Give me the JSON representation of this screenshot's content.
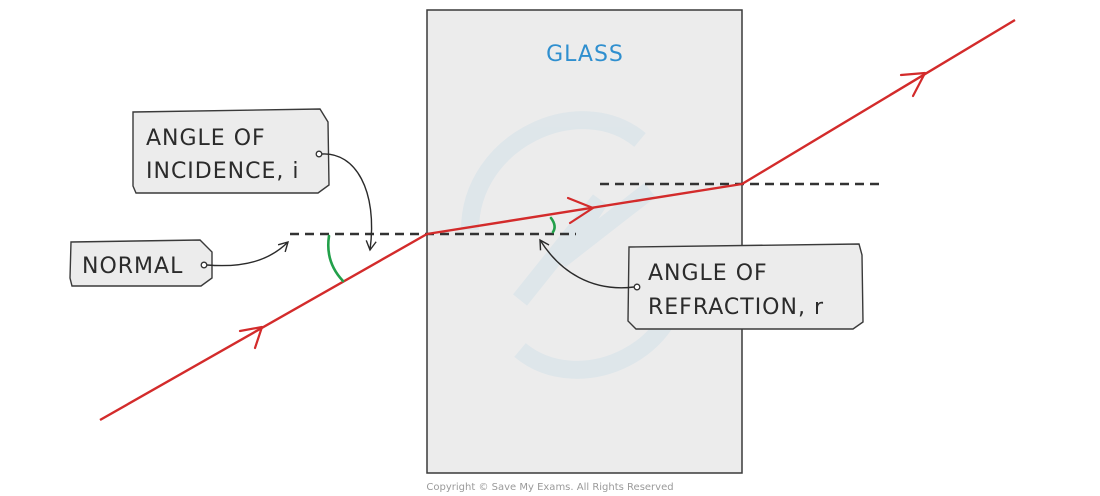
{
  "diagram": {
    "glass_label": "GLASS",
    "labels": {
      "incidence_line1": "ANGLE OF",
      "incidence_line2": "INCIDENCE, i",
      "normal": "NORMAL",
      "refraction_line1": "ANGLE OF",
      "refraction_line2": "REFRACTION, r"
    },
    "copyright": "Copyright © Save My Exams. All Rights Reserved"
  },
  "colors": {
    "ray": "#d32b2b",
    "angle_arc": "#22a04a",
    "glass_fill": "#ececec",
    "glass_title": "#2f8fcf",
    "label_box": "#ececec",
    "outline": "#3a3a3a"
  }
}
